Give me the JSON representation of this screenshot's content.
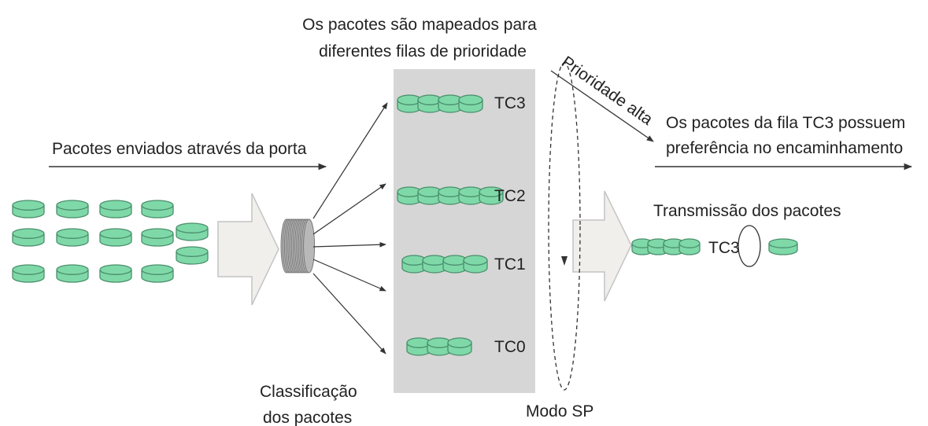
{
  "colors": {
    "packet_fill": "#7fd8a8",
    "packet_stroke": "#4a8f6c",
    "queue_area": "#d6d6d6",
    "arrow_fill": "#f0efec",
    "arrow_stroke": "#c4c4c4",
    "line": "#333333"
  },
  "labels": {
    "mapping_line1": "Os pacotes são mapeados para",
    "mapping_line2": "diferentes filas de prioridade",
    "input": "Pacotes enviados através da porta",
    "high_priority": "Prioridade alta",
    "preference_line1": "Os pacotes da fila TC3 possuem",
    "preference_line2": "preferência no encaminhamento",
    "transmission": "Transmissão dos pacotes",
    "classification_line1": "Classificação",
    "classification_line2": "dos pacotes",
    "sp_mode": "Modo SP"
  },
  "queues": [
    {
      "name": "TC3",
      "packets": 4
    },
    {
      "name": "TC2",
      "packets": 5
    },
    {
      "name": "TC1",
      "packets": 4
    },
    {
      "name": "TC0",
      "packets": 3
    }
  ],
  "output_queue": {
    "name": "TC3",
    "packets": 4
  },
  "icons": [
    "packet-icon",
    "classifier-icon",
    "hollow-arrow-icon",
    "ellipse-icon"
  ]
}
